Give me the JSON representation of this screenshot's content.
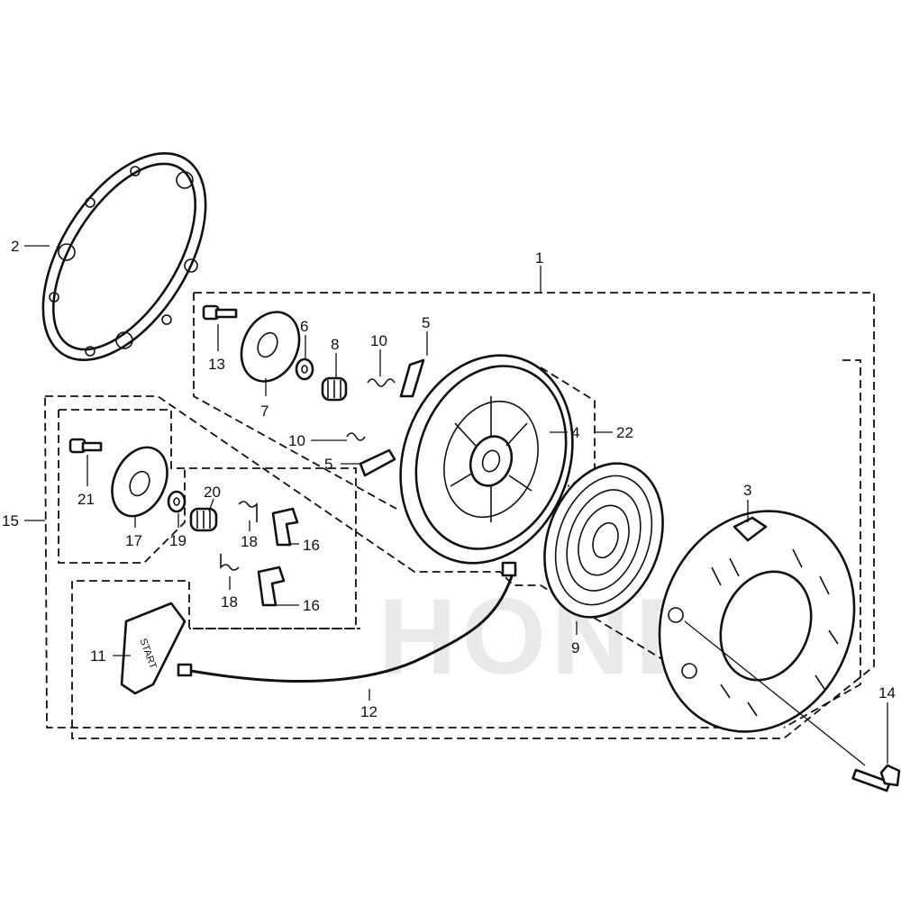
{
  "diagram": {
    "watermark": "HONDA",
    "callouts": [
      {
        "id": "c1",
        "label": "1"
      },
      {
        "id": "c2",
        "label": "2"
      },
      {
        "id": "c3",
        "label": "3"
      },
      {
        "id": "c4",
        "label": "4"
      },
      {
        "id": "c5a",
        "label": "5"
      },
      {
        "id": "c5b",
        "label": "5"
      },
      {
        "id": "c6",
        "label": "6"
      },
      {
        "id": "c7",
        "label": "7"
      },
      {
        "id": "c8",
        "label": "8"
      },
      {
        "id": "c9",
        "label": "9"
      },
      {
        "id": "c10a",
        "label": "10"
      },
      {
        "id": "c10b",
        "label": "10"
      },
      {
        "id": "c11",
        "label": "11"
      },
      {
        "id": "c12",
        "label": "12"
      },
      {
        "id": "c13",
        "label": "13"
      },
      {
        "id": "c14",
        "label": "14"
      },
      {
        "id": "c15",
        "label": "15"
      },
      {
        "id": "c16a",
        "label": "16"
      },
      {
        "id": "c16b",
        "label": "16"
      },
      {
        "id": "c17",
        "label": "17"
      },
      {
        "id": "c18a",
        "label": "18"
      },
      {
        "id": "c18b",
        "label": "18"
      },
      {
        "id": "c19",
        "label": "19"
      },
      {
        "id": "c20",
        "label": "20"
      },
      {
        "id": "c21",
        "label": "21"
      },
      {
        "id": "c22",
        "label": "22"
      }
    ],
    "starter_grip_text": "START"
  }
}
